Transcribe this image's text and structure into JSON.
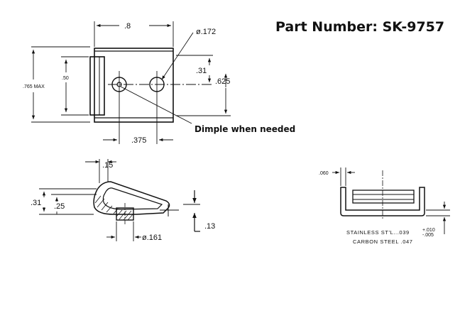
{
  "title": "Part Number: SK-9757",
  "top_view": {
    "width_label": ".8",
    "hole_dia_label": "ø.172",
    "height_max_label": ".765 MAX",
    "inner_height_label": ".50",
    "hole_offset_label": ".31",
    "tab_height_label": ".625",
    "hole_spacing_label": ".375",
    "dimple_note": "Dimple when needed"
  },
  "side_view": {
    "lip_label": ".15",
    "height_label": ".31",
    "inner_label": ".25",
    "thickness_label": ".13",
    "pin_dia_label": "ø.161"
  },
  "end_view": {
    "wall_label": ".060",
    "stainless_label": "STAINLESS ST'L...039",
    "tol_plus": "+.010",
    "tol_minus": "-.005",
    "carbon_label": "CARBON STEEL .047"
  }
}
